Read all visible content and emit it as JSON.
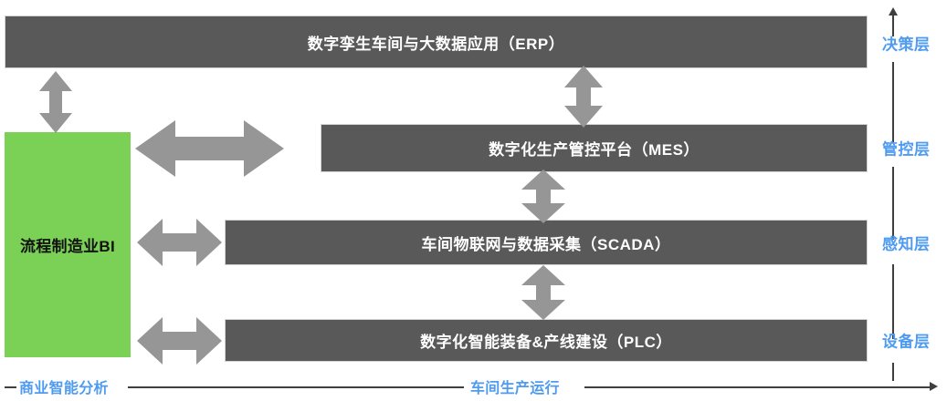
{
  "diagram": {
    "title_semantic": "smart-factory-layered-architecture",
    "colors": {
      "bar_fill": "#595959",
      "bar_text": "#FFFFFF",
      "bi_fill": "#7AD155",
      "bi_text": "#111111",
      "arrow_fill": "#969696",
      "axis_line": "#3F3F3F",
      "axis_label": "#4E9BF0"
    },
    "bars": [
      {
        "id": "erp",
        "label": "数字孪生车间与大数据应用（ERP）"
      },
      {
        "id": "mes",
        "label": "数字化生产管控平台（MES）"
      },
      {
        "id": "scada",
        "label": "车间物联网与数据采集（SCADA）"
      },
      {
        "id": "plc",
        "label": "数字化智能装备&产线建设（PLC）"
      }
    ],
    "bi_box": {
      "label": "流程制造业BI"
    },
    "tiers": [
      {
        "id": "decision",
        "label": "决策层"
      },
      {
        "id": "control",
        "label": "管控层"
      },
      {
        "id": "sensing",
        "label": "感知层"
      },
      {
        "id": "equipment",
        "label": "设备层"
      }
    ],
    "bottom_axis": [
      {
        "id": "bi-analysis",
        "label": "商业智能分析"
      },
      {
        "id": "workshop-runtime",
        "label": "车间生产运行"
      }
    ]
  }
}
